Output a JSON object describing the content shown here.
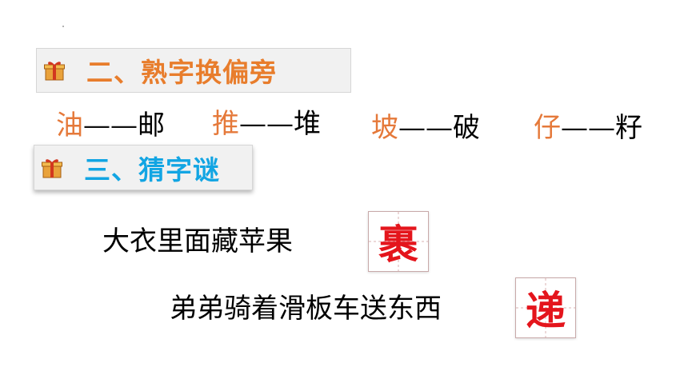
{
  "section2": {
    "title": "二、熟字换偏旁",
    "icon": "gift-box-icon",
    "color": "#e87d2c"
  },
  "pairs": [
    {
      "a": "油",
      "dash": "——",
      "b": "邮"
    },
    {
      "a": "推",
      "dash": "——",
      "b": "堆"
    },
    {
      "a": "坡",
      "dash": "——",
      "b": "破"
    },
    {
      "a": "仔",
      "dash": "——",
      "b": "籽"
    }
  ],
  "section3": {
    "title": "三、猜字谜",
    "icon": "gift-box-icon",
    "color": "#12a5e3"
  },
  "riddles": [
    {
      "clue": "大衣里面藏苹果",
      "answer": "裹"
    },
    {
      "clue": "弟弟骑着滑板车送东西",
      "answer": "递"
    }
  ],
  "colors": {
    "orange": "#e5793a",
    "answer_red": "#e4151c"
  }
}
